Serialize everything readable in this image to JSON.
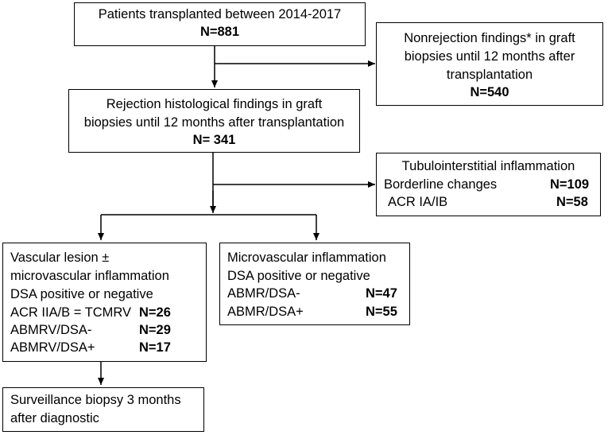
{
  "patients": {
    "line1": "Patients transplanted between 2014-2017",
    "count": "N=881"
  },
  "nonrejection": {
    "line1": "Nonrejection findings* in graft",
    "line2": "biopsies until 12 months after",
    "line3": "transplantation",
    "count": "N=540"
  },
  "rejection": {
    "line1": "Rejection histological findings in graft",
    "line2": "biopsies until 12 months after transplantation",
    "count": "N= 341"
  },
  "tubulo": {
    "title": "Tubulointerstitial inflammation",
    "rows": [
      {
        "label": "Borderline changes",
        "count": "N=109"
      },
      {
        "label": "ACR IA/IB",
        "count": "N=58"
      }
    ]
  },
  "vascular": {
    "line1": "Vascular lesion ±",
    "line2": "microvascular inflammation",
    "line3": "DSA positive or negative",
    "rows": [
      {
        "label": "ACR IIA/B = TCMRV",
        "count": "N=26"
      },
      {
        "label": "ABMRV/DSA-",
        "count": "N=29"
      },
      {
        "label": "ABMRV/DSA+",
        "count": "N=17"
      }
    ]
  },
  "micro": {
    "line1": "Microvascular inflammation",
    "line2": "DSA positive or negative",
    "rows": [
      {
        "label": "ABMR/DSA-",
        "count": "N=47"
      },
      {
        "label": "ABMR/DSA+",
        "count": "N=55"
      }
    ]
  },
  "surveillance": {
    "line1": "Surveillance biopsy 3 months",
    "line2": "after diagnostic"
  }
}
